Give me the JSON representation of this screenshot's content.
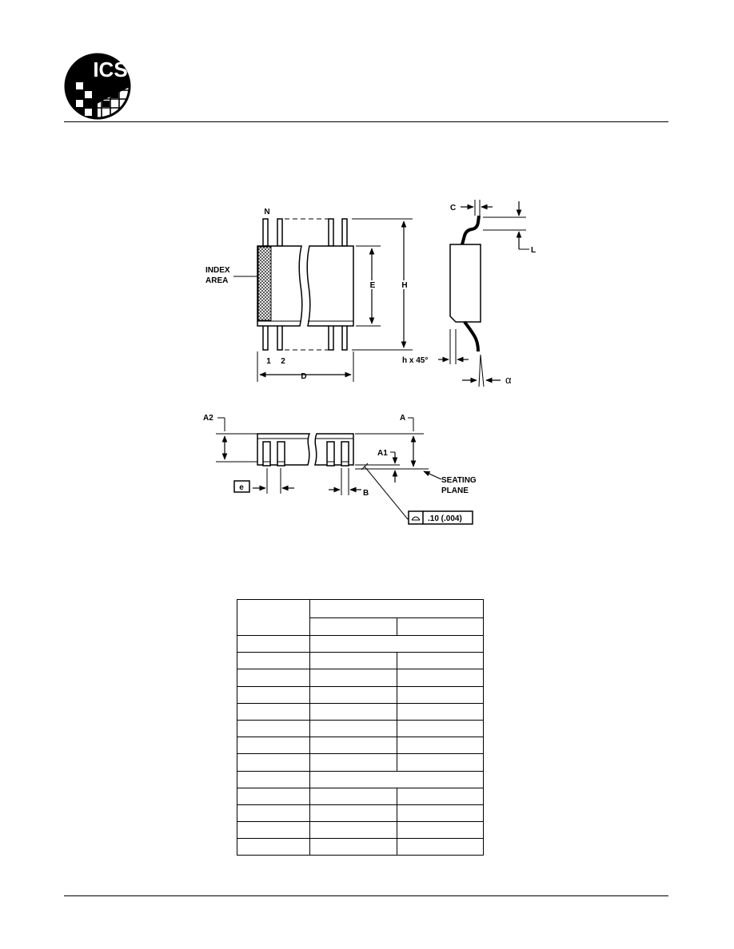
{
  "header": {
    "logo_text": "ICS"
  },
  "drawing": {
    "top_view": {
      "pin_n_label": "N",
      "index_label_line1": "INDEX",
      "index_label_line2": "AREA",
      "pin1_label": "1",
      "pin2_label": "2",
      "dim_d": "D",
      "dim_e": "E",
      "dim_h": "H"
    },
    "side_view": {
      "dim_c": "C",
      "dim_l": "L",
      "chamfer_label": "h x 45°",
      "angle_label": "α"
    },
    "front_view": {
      "dim_a2": "A2",
      "dim_a": "A",
      "dim_a1": "A1",
      "dim_e_boxed": "e",
      "dim_b": "B",
      "seating_line1": "SEATING",
      "seating_line2": "PLANE",
      "tolerance_value": ".10 (.004)"
    }
  }
}
